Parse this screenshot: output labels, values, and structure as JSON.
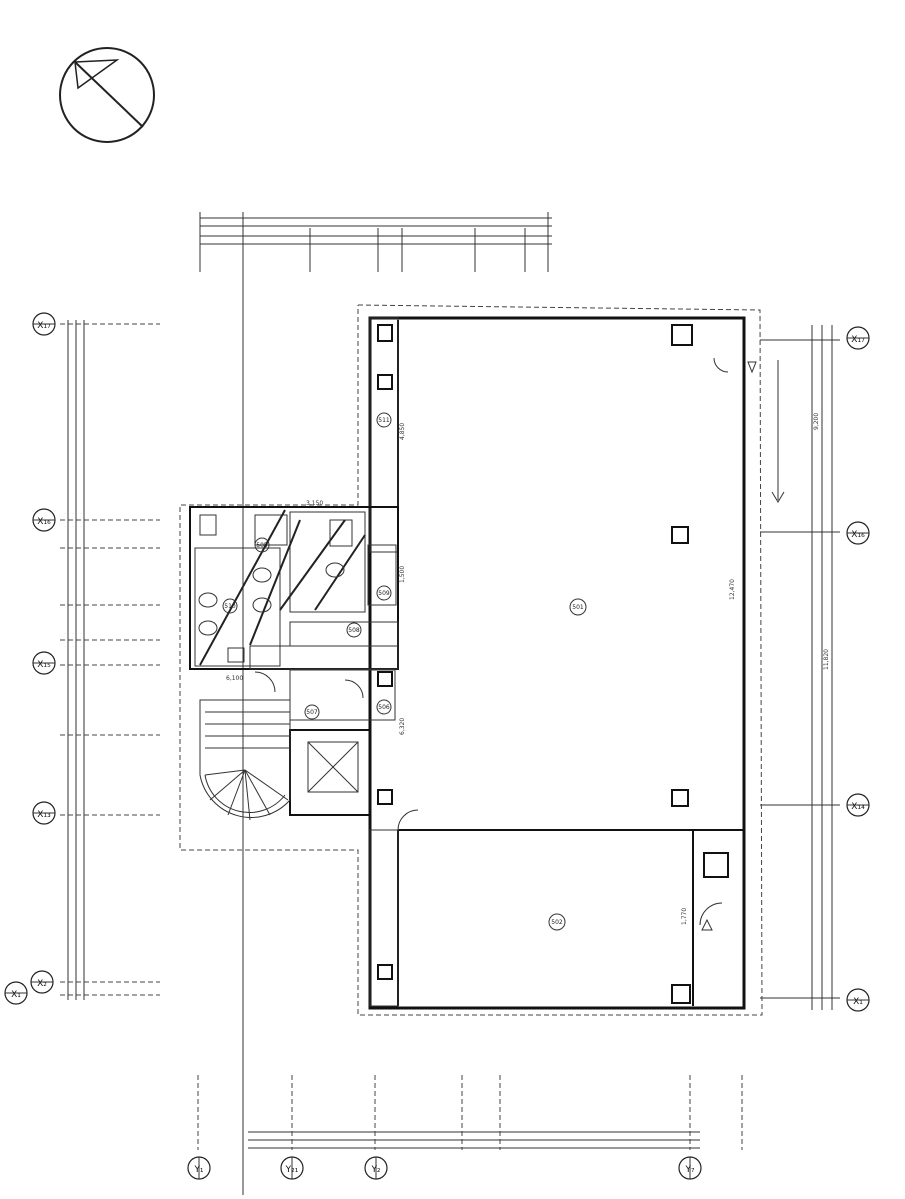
{
  "grid_lines": {
    "x_marks": [
      {
        "label": "X₁₇",
        "side": "left"
      },
      {
        "label": "X₁₆",
        "side": "left"
      },
      {
        "label": "X₁₅",
        "side": "left"
      },
      {
        "label": "X₁₃",
        "side": "left"
      },
      {
        "label": "X₁",
        "side": "left"
      },
      {
        "label": "X₂",
        "side": "left"
      },
      {
        "label": "X₁₇",
        "side": "right"
      },
      {
        "label": "X₁₆",
        "side": "right"
      },
      {
        "label": "X₁₄",
        "side": "right"
      },
      {
        "label": "X₁",
        "side": "right"
      }
    ],
    "y_marks": [
      {
        "label": "Y₁"
      },
      {
        "label": "Y₂₁"
      },
      {
        "label": "Y₂"
      },
      {
        "label": "Y₇"
      }
    ]
  },
  "rooms": [
    {
      "id": "r1",
      "tag": "501"
    },
    {
      "id": "r2",
      "tag": "502"
    },
    {
      "id": "r3",
      "tag": "511"
    },
    {
      "id": "r4",
      "tag": "510"
    },
    {
      "id": "r5",
      "tag": "509"
    },
    {
      "id": "r6",
      "tag": "508"
    },
    {
      "id": "r7",
      "tag": "507"
    },
    {
      "id": "r8",
      "tag": "506"
    },
    {
      "id": "r9",
      "tag": "505"
    }
  ],
  "dimensions": [
    "12,470",
    "1,500",
    "4,850",
    "6,100",
    "6,320",
    "1,770",
    "3,150",
    "9,200",
    "11,820"
  ]
}
